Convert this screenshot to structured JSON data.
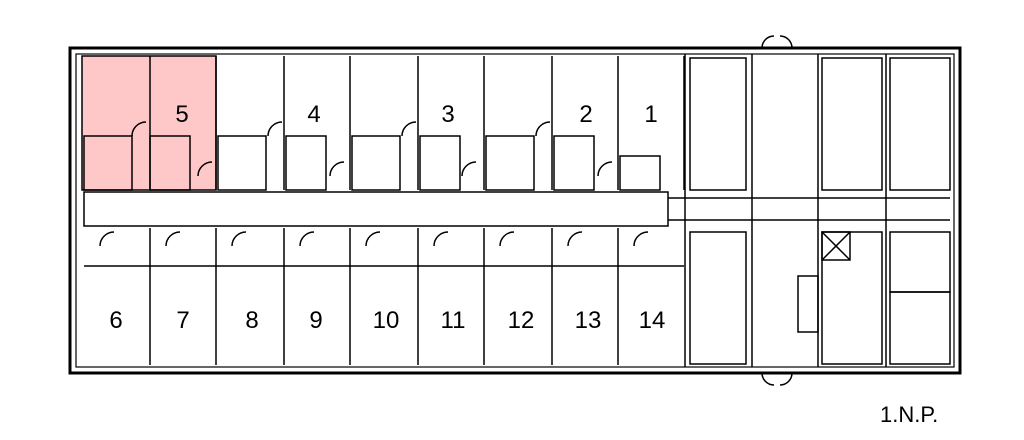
{
  "plan": {
    "floor_label": "1.N.P.",
    "highlight_color": "#ffc8c8",
    "wall_color": "#000000",
    "background": "#ffffff",
    "highlighted_room": "5",
    "rooms_north": [
      "5",
      "4",
      "3",
      "2",
      "1"
    ],
    "rooms_south": [
      "6",
      "7",
      "8",
      "9",
      "10",
      "11",
      "12",
      "13",
      "14"
    ]
  }
}
